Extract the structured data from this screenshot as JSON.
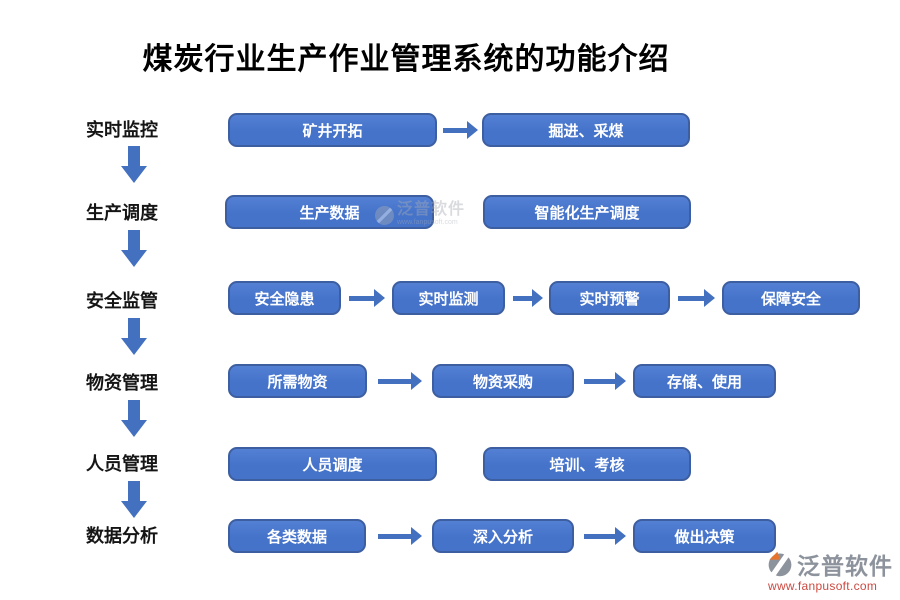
{
  "title": "煤炭行业生产作业管理系统的功能介绍",
  "rows": [
    {
      "label": "实时监控",
      "boxes": [
        "矿井开拓",
        "掘进、采煤"
      ]
    },
    {
      "label": "生产调度",
      "boxes": [
        "生产数据",
        "智能化生产调度"
      ]
    },
    {
      "label": "安全监管",
      "boxes": [
        "安全隐患",
        "实时监测",
        "实时预警",
        "保障安全"
      ]
    },
    {
      "label": "物资管理",
      "boxes": [
        "所需物资",
        "物资采购",
        "存储、使用"
      ]
    },
    {
      "label": "人员管理",
      "boxes": [
        "人员调度",
        "培训、考核"
      ]
    },
    {
      "label": "数据分析",
      "boxes": [
        "各类数据",
        "深入分析",
        "做出决策"
      ]
    }
  ],
  "watermark": {
    "text": "泛普软件",
    "url": "www.fanpusoft.com"
  },
  "logo": {
    "text": "泛普软件",
    "url": "www.fanpusoft.com"
  },
  "icons": {
    "down_arrow": "down-arrow-icon",
    "right_arrow": "right-arrow-icon",
    "fanpu_logo": "fanpu-logo-icon"
  },
  "colors": {
    "accent_blue": "#4573CA",
    "box_border": "#3D5EA0",
    "arrow_blue": "#4470C0",
    "box_text": "#FFFFFF",
    "title_color": "#000000",
    "label_color": "#151515",
    "watermark_gray": "#A6ABB5",
    "logo_gray": "#8D939C",
    "logo_red": "#CC4A41",
    "logo_orange": "#E8742C"
  }
}
